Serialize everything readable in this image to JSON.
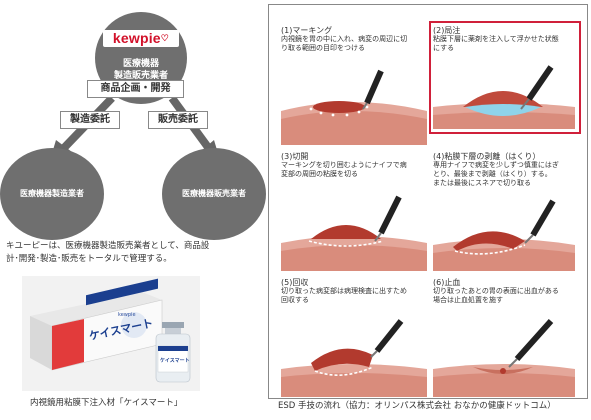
{
  "diagram": {
    "top_logo": "kewpie",
    "top_line1": "医療機器",
    "top_line2": "製造販売業者",
    "plan_label": "商品企画・開発",
    "mfg_commission_label": "製造委託",
    "sales_commission_label": "販売委託",
    "left_node": "医療機器製造業者",
    "right_node": "医療機器販売業者",
    "caption_line1": "キユーピーは、医療機器製造販売業者として、商品設",
    "caption_line2": "計･開発･製造･販売をトータルで管理する。"
  },
  "photo": {
    "box_brand": "kewpie",
    "box_product": "ケイスマート",
    "vial_label": "ケイスマート",
    "caption": "内視鏡用粘膜下注入材「ケイスマート」"
  },
  "esd": {
    "caption": "ESD 手技の流れ（協力：オリンパス株式会社 おなかの健康ドットコム）",
    "highlight_color": "#d0203a",
    "steps": [
      {
        "title": "(1)マーキング",
        "lines": [
          "内視鏡を胃の中に入れ、病変の周辺に切",
          "り取る範囲の目印をつける"
        ]
      },
      {
        "title": "(2)局注",
        "lines": [
          "粘膜下層に薬剤を注入して浮かせた状態",
          "にする"
        ]
      },
      {
        "title": "(3)切開",
        "lines": [
          "マーキングを切り囲むようにナイフで病",
          "変部の周囲の粘膜を切る"
        ]
      },
      {
        "title": "(4)粘膜下層の剥離（はくり）",
        "lines": [
          "専用ナイフで病変を少しずつ慎重にはぎ",
          "とり、最後まで剥離（はくり）する。",
          "または最後にスネアで切り取る"
        ]
      },
      {
        "title": "(5)回収",
        "lines": [
          "切り取った病変部は病理検査に出すため",
          "回収する"
        ]
      },
      {
        "title": "(6)止血",
        "lines": [
          "切り取ったあとの胃の表面に出血がある",
          "場合は止血処置を施す"
        ]
      }
    ]
  }
}
